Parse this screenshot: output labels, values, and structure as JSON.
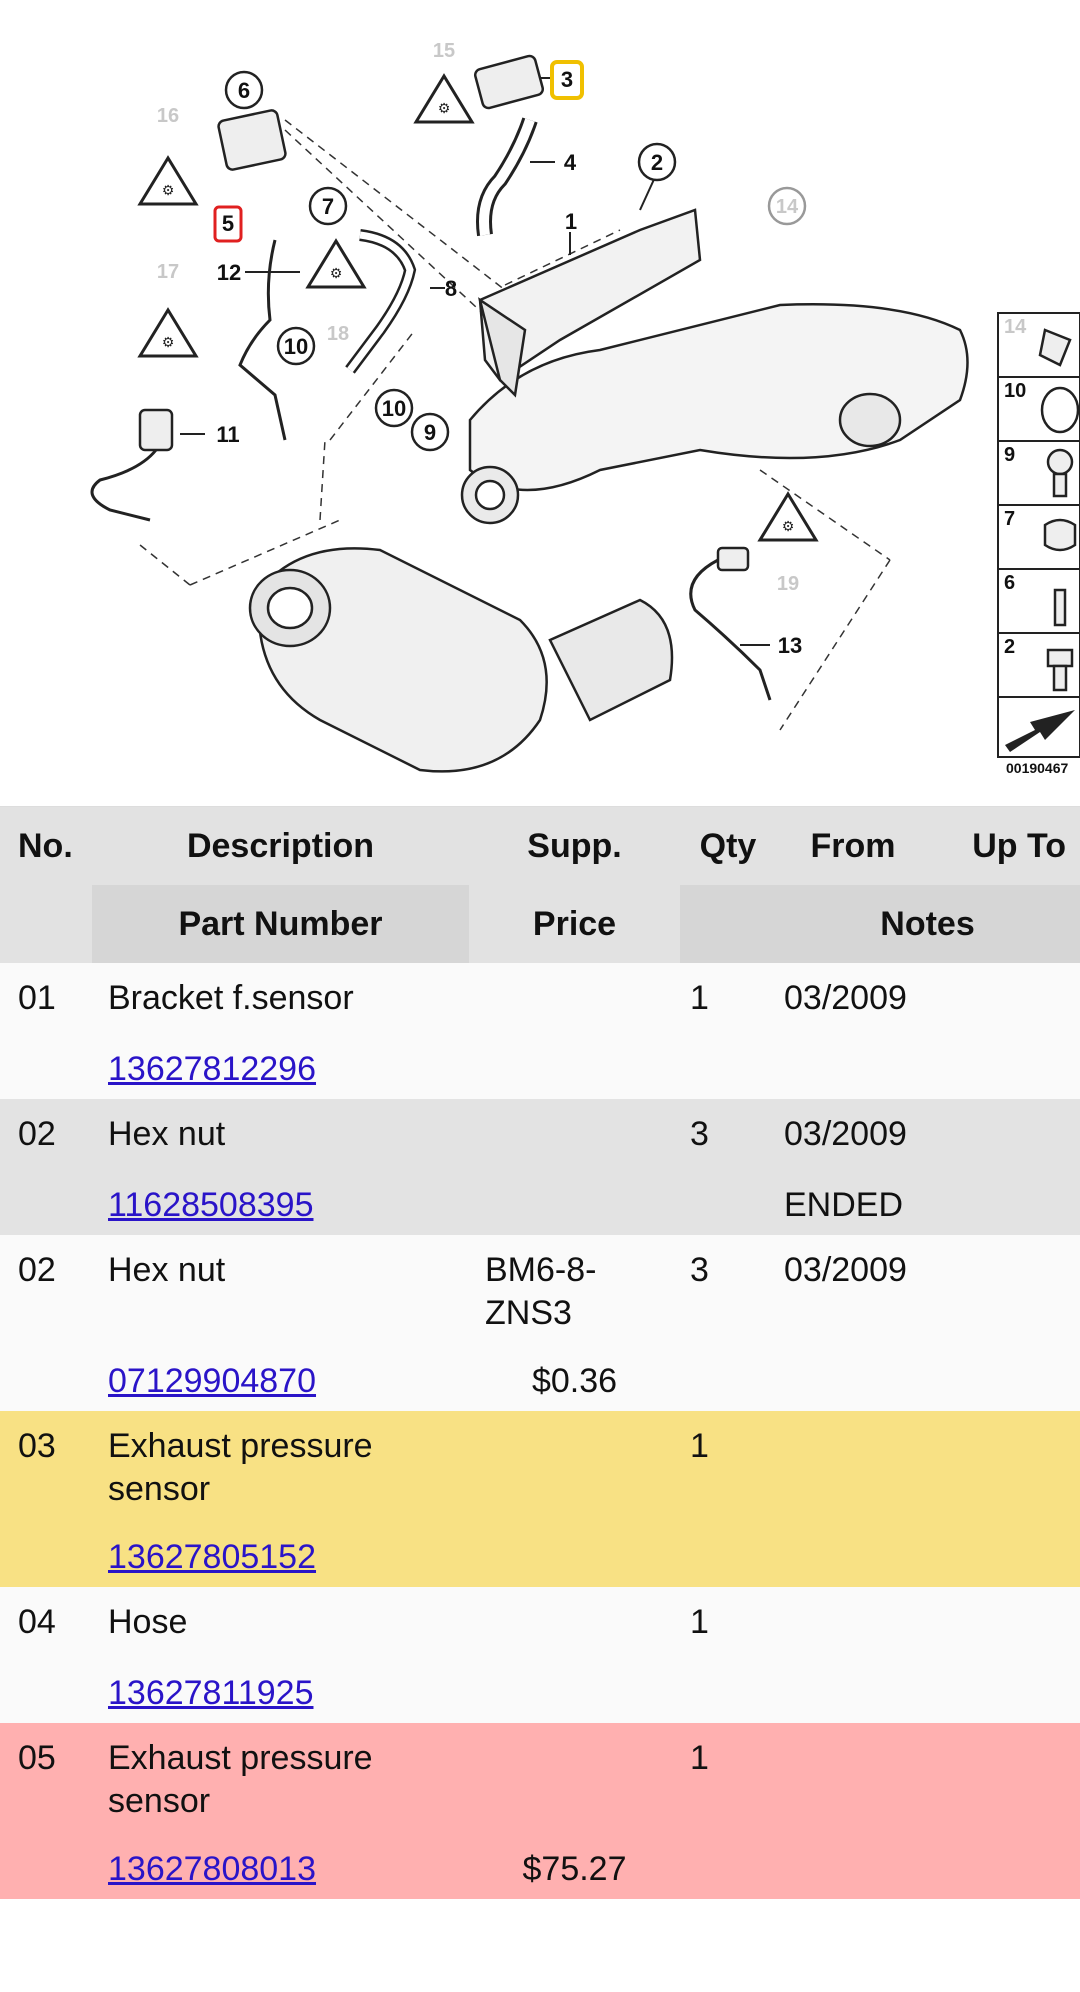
{
  "diagram": {
    "callouts": [
      "1",
      "2",
      "3",
      "4",
      "5",
      "6",
      "7",
      "8",
      "9",
      "10",
      "10",
      "11",
      "12",
      "13",
      "14",
      "15",
      "16",
      "17",
      "18",
      "19"
    ],
    "side_panel": [
      "14",
      "10",
      "9",
      "7",
      "6",
      "2"
    ],
    "image_id": "00190467"
  },
  "table": {
    "headers": {
      "no": "No.",
      "description": "Description",
      "supp": "Supp.",
      "qty": "Qty",
      "from": "From",
      "up_to": "Up To",
      "part_number": "Part Number",
      "price": "Price",
      "notes": "Notes"
    },
    "rows": [
      {
        "no": "01",
        "description": "Bracket f.sensor",
        "supp": "",
        "qty": "1",
        "from": "03/2009",
        "part_number": "13627812296",
        "price": "",
        "notes": ""
      },
      {
        "no": "02",
        "description": "Hex nut",
        "supp": "",
        "qty": "3",
        "from": "03/2009",
        "part_number": "11628508395",
        "price": "",
        "notes": "ENDED"
      },
      {
        "no": "02",
        "description": "Hex nut",
        "supp": "BM6-8-ZNS3",
        "qty": "3",
        "from": "03/2009",
        "part_number": "07129904870",
        "price": "$0.36",
        "notes": ""
      },
      {
        "no": "03",
        "description": "Exhaust pressure sensor",
        "supp": "",
        "qty": "1",
        "from": "",
        "part_number": "13627805152",
        "price": "",
        "notes": ""
      },
      {
        "no": "04",
        "description": "Hose",
        "supp": "",
        "qty": "1",
        "from": "",
        "part_number": "13627811925",
        "price": "",
        "notes": ""
      },
      {
        "no": "05",
        "description": "Exhaust pressure sensor",
        "supp": "",
        "qty": "1",
        "from": "",
        "part_number": "13627808013",
        "price": "$75.27",
        "notes": ""
      }
    ]
  },
  "colors": {
    "header_bg": "#e2e2e2",
    "grey_row": "#e3e3e3",
    "yellow_highlight": "#f8e184",
    "pink_highlight": "#ffb0b0",
    "link": "#2a14c8",
    "callout_yellow_border": "#f0c000",
    "callout_red_border": "#e02020"
  }
}
